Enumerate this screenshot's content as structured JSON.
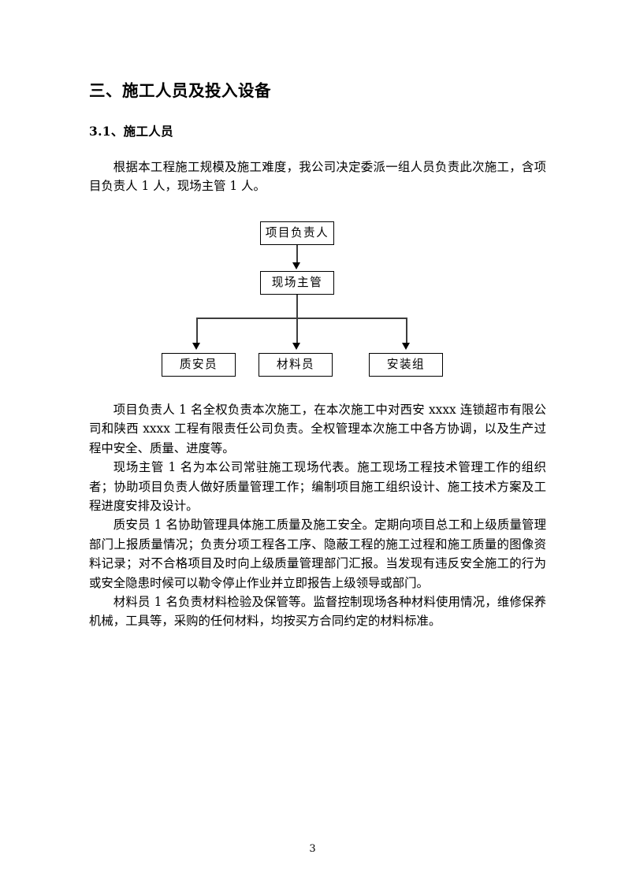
{
  "document": {
    "heading": "三、施工人员及投入设备",
    "subheading": "3.1、施工人员",
    "page_number": "3"
  },
  "paragraphs": {
    "intro": "根据本工程施工规模及施工难度，我公司决定委派一组人员负责此次施工，含项目负责人 1 人，现场主管 1 人。",
    "manager": "项目负责人 1 名全权负责本次施工，在本次施工中对西安 xxxx 连锁超市有限公司和陕西 xxxx 工程有限责任公司负责。全权管理本次施工中各方协调，以及生产过程中安全、质量、进度等。",
    "supervisor": "现场主管 1 名为本公司常驻施工现场代表。施工现场工程技术管理工作的组织者；协助项目负责人做好质量管理工作；编制项目施工组织设计、施工技术方案及工程进度安排及设计。",
    "quality_safety": "质安员 1 名协助管理具体施工质量及施工安全。定期向项目总工和上级质量管理部门上报质量情况；负责分项工程各工序、隐蔽工程的施工过程和施工质量的图像资料记录；对不合格项目及时向上级质量管理部门汇报。当发现有违反安全施工的行为或安全隐患时候可以勒令停止作业并立即报告上级领导或部门。",
    "material": "材料员 1 名负责材料检验及保管等。监督控制现场各种材料使用情况，维修保养机械，工具等，采购的任何材料，均按买方合同约定的材料标准。"
  },
  "org_chart": {
    "type": "diagram",
    "nodes": {
      "top": "项目负责人",
      "second": "现场主管",
      "child_a": "质安员",
      "child_b": "材料员",
      "child_c": "安装组"
    }
  }
}
